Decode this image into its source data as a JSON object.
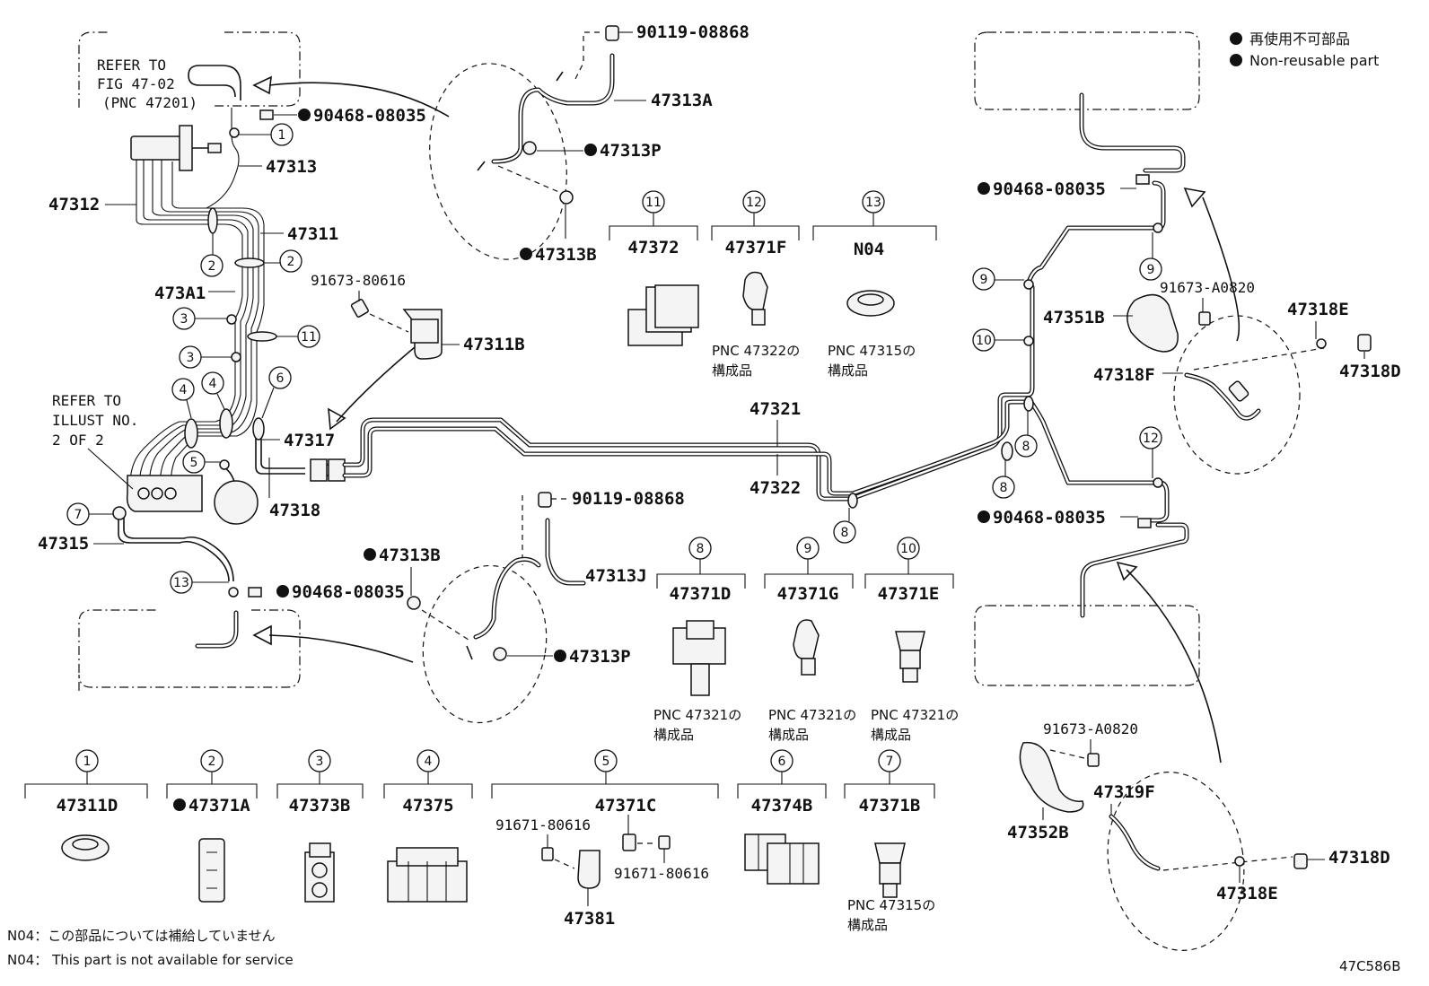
{
  "legend": {
    "jp": "再使用不可部品",
    "en": "Non-reusable part"
  },
  "figure_code": "47C586B",
  "notes": {
    "n04_jp": "N04：この部品については補給していません",
    "n04_en": "N04：  This part is not available for service"
  },
  "refs": {
    "fig_line1": "REFER TO",
    "fig_line2": "FIG 47-02",
    "fig_line3": "(PNC 47201)",
    "illust_line1": "REFER TO",
    "illust_line2": "ILLUST NO.",
    "illust_line3": "2 OF 2"
  },
  "parts": {
    "p90119_top": "90119-08868",
    "p47313A": "47313A",
    "p47313P_top": "47313P",
    "p47313B_top": "47313B",
    "p90468_tl": "90468-08035",
    "p47313": "47313",
    "p47312": "47312",
    "p47311": "47311",
    "p473A1": "473A1",
    "p91673_80616": "91673-80616",
    "p47311B": "47311B",
    "p47317": "47317",
    "p47318": "47318",
    "p47315": "47315",
    "p90468_bl": "90468-08035",
    "p47313B_bot": "47313B",
    "p90119_bot": "90119-08868",
    "p47313J": "47313J",
    "p47313P_bot": "47313P",
    "p47321": "47321",
    "p47322": "47322",
    "p90468_tr": "90468-08035",
    "p91673_A0820_top": "91673-A0820",
    "p47351B": "47351B",
    "p47318E_top": "47318E",
    "p47318F": "47318F",
    "p47318D_top": "47318D",
    "p90468_br": "90468-08035",
    "p91673_A0820_bot": "91673-A0820",
    "p47319F": "47319F",
    "p47352B": "47352B",
    "p47318E_bot": "47318E",
    "p47318D_bot": "47318D",
    "p91671_left": "91671-80616",
    "p91671_right": "91671-80616",
    "p47381": "47381"
  },
  "callouts": {
    "c11": {
      "num": "11",
      "pn": "47372"
    },
    "c12": {
      "num": "12",
      "pn": "47371F",
      "note1": "PNC 47322の",
      "note2": "構成品"
    },
    "c13": {
      "num": "13",
      "pn": "N04",
      "note1": "PNC 47315の",
      "note2": "構成品"
    },
    "c8": {
      "num": "8",
      "pn": "47371D",
      "note1": "PNC 47321の",
      "note2": "構成品"
    },
    "c9": {
      "num": "9",
      "pn": "47371G",
      "note1": "PNC 47321の",
      "note2": "構成品"
    },
    "c10": {
      "num": "10",
      "pn": "47371E",
      "note1": "PNC 47321の",
      "note2": "構成品"
    },
    "c1": {
      "num": "1",
      "pn": "47311D"
    },
    "c2": {
      "num": "2",
      "pn": "47371A"
    },
    "c3": {
      "num": "3",
      "pn": "47373B"
    },
    "c4": {
      "num": "4",
      "pn": "47375"
    },
    "c5": {
      "num": "5",
      "pn": "47371C"
    },
    "c6": {
      "num": "6",
      "pn": "47374B"
    },
    "c7": {
      "num": "7",
      "pn": "47371B",
      "note1": "PNC 47315の",
      "note2": "構成品"
    }
  },
  "diagram_bubbles": [
    "1",
    "2",
    "2",
    "3",
    "3",
    "11",
    "4",
    "4",
    "6",
    "5",
    "7",
    "13",
    "8",
    "8",
    "8",
    "9",
    "10",
    "9",
    "12"
  ]
}
